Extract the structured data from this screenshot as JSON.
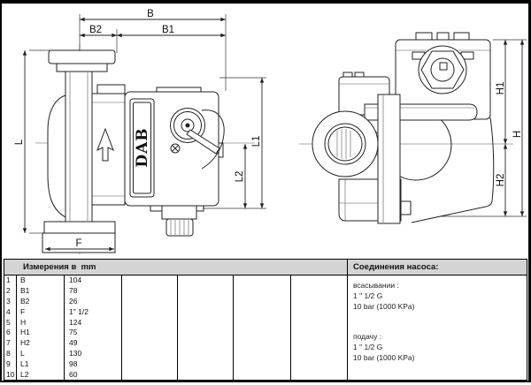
{
  "drawing": {
    "brand": "DAB",
    "dim_labels": {
      "b": "B",
      "b1": "B1",
      "b2": "B2",
      "l": "L",
      "l1": "L1",
      "l2": "L2",
      "f": "F",
      "h": "H",
      "h1": "H1",
      "h2": "H2"
    }
  },
  "table": {
    "header": "Измерения в  mm",
    "rows": [
      {
        "n": "1",
        "dim": "B",
        "val": "104"
      },
      {
        "n": "2",
        "dim": "B1",
        "val": "78"
      },
      {
        "n": "3",
        "dim": "B2",
        "val": "26"
      },
      {
        "n": "4",
        "dim": "F",
        "val": "1\" 1/2"
      },
      {
        "n": "5",
        "dim": "H",
        "val": "124"
      },
      {
        "n": "6",
        "dim": "H1",
        "val": "75"
      },
      {
        "n": "7",
        "dim": "H2",
        "val": "49"
      },
      {
        "n": "8",
        "dim": "L",
        "val": "130"
      },
      {
        "n": "9",
        "dim": "L1",
        "val": "98"
      },
      {
        "n": "10",
        "dim": "L2",
        "val": "60"
      }
    ]
  },
  "connections": {
    "header": "Соединения насоса:",
    "suction_label": "всасывании :",
    "suction_size": "1 \" 1/2 G",
    "suction_pressure": "10 bar (1000 KPa)",
    "delivery_label": "подачу :",
    "delivery_size": "1 \" 1/2 G",
    "delivery_pressure": "10 bar (1000 KPa)"
  }
}
